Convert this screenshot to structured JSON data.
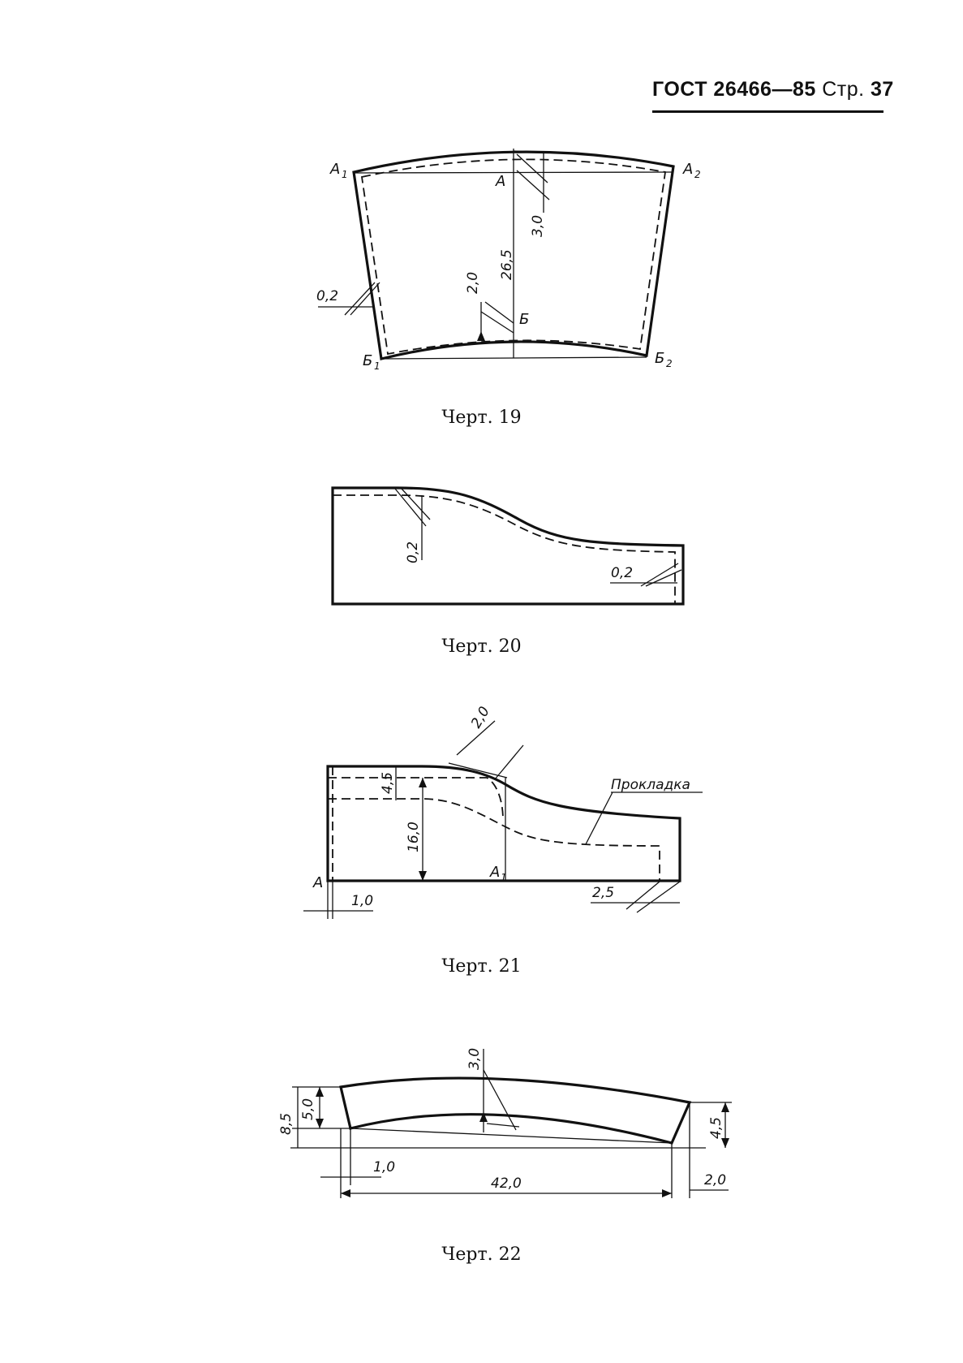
{
  "header": {
    "standard": "ГОСТ 26466—85",
    "page_label": "Стр.",
    "page_number": "37"
  },
  "figures": [
    {
      "caption": "Черт. 19",
      "labels": {
        "a1": "A",
        "a1_sub": "1",
        "a2": "A",
        "a2_sub": "2",
        "a": "A",
        "b": "Б",
        "b1": "Б",
        "b1_sub": "1",
        "b2": "Б",
        "b2_sub": "2",
        "dim_seam": "0,2",
        "dim_top": "3,0",
        "dim_height": "26,5",
        "dim_bottom": "2,0"
      }
    },
    {
      "caption": "Черт. 20",
      "labels": {
        "dim_left": "0,2",
        "dim_right": "0,2"
      }
    },
    {
      "caption": "Черт. 21",
      "labels": {
        "a": "A",
        "a1": "A",
        "a1_sub": "1",
        "dim_curve": "2,0",
        "dim_upper": "4,5",
        "dim_height": "16,0",
        "dim_left": "1,0",
        "dim_right": "2,5",
        "lining": "Прокладка"
      }
    },
    {
      "caption": "Черт. 22",
      "labels": {
        "dim_top": "3,0",
        "dim_total_height": "8,5",
        "dim_left_height": "5,0",
        "dim_right_height": "4,5",
        "dim_left": "1,0",
        "dim_length": "42,0",
        "dim_right": "2,0"
      }
    }
  ]
}
